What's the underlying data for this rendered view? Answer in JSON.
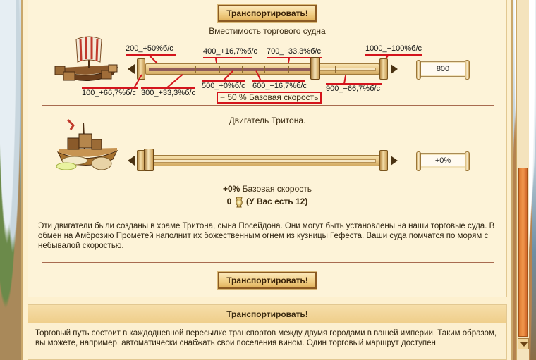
{
  "buttons": {
    "transport_top": "Транспортировать!",
    "transport_bottom": "Транспортировать!"
  },
  "capacity_section": {
    "title": "Вместимость торгового судна",
    "value": "800",
    "annotations": [
      "200_+50%б/с",
      "400_+16,7%б/с",
      "700_−33,3%б/с",
      "1000_−100%б/с",
      "100_+66,7%б/с",
      "300_+33,3%б/с",
      "500_+0%б/с",
      "600_−16,7%б/с",
      "900_−66,7%б/с"
    ],
    "base_speed_value": "− 50 %",
    "base_speed_label": "Базовая скорость"
  },
  "triton_section": {
    "title": "Двигатель Тритона.",
    "value": "+0%",
    "speed_value": "+0%",
    "speed_label": "Базовая скорость",
    "ambrosia_count": "0",
    "ambrosia_have": "(У Вас есть 12)",
    "description": "Эти двигатели были созданы в храме Тритона, сына Посейдона. Они могут быть установлены на наши торговые суда. В обмен на Амброзию Прометей наполнит их божественным огнем из кузницы Гефеста. Ваши суда помчатся по морям с небывалой скоростью."
  },
  "footer": {
    "heading": "Транспортировать!",
    "text": "Торговый путь состоит в каждодневной пересылке транспортов между двумя городами в вашей империи. Таким образом, вы можете, например, автоматически снабжать свои поселения вином. Один торговый маршрут доступен"
  },
  "icons": {
    "merchant_ship": "merchant-ship-icon",
    "triton_ship": "triton-ship-icon",
    "ambrosia": "ambrosia-icon",
    "arrow_left": "arrow-left-icon",
    "arrow_right": "arrow-right-icon"
  },
  "colors": {
    "annotation_red": "#d4141c",
    "parchment": "#fdf3d8",
    "scroll_thumb": "#f39a4e"
  }
}
